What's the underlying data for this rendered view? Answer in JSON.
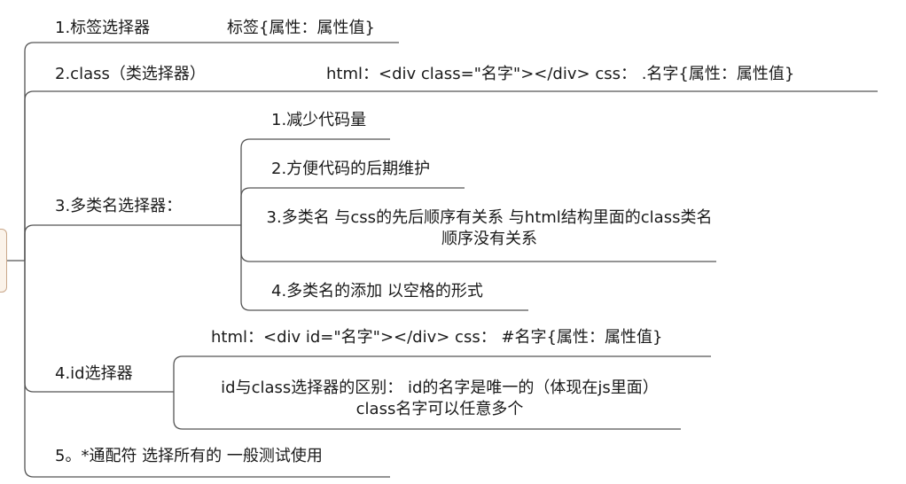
{
  "nodes": {
    "tag_selector": {
      "title": "1.标签选择器",
      "syntax": "标签{属性：属性值}"
    },
    "class_selector": {
      "title": "2.class（类选择器）",
      "syntax": "html：<div class=\"名字\"></div>   css：  .名字{属性：属性值}"
    },
    "multi_class": {
      "title": "3.多类名选择器：",
      "children": [
        "1.减少代码量",
        "2.方便代码的后期维护",
        "3.多类名 与css的先后顺序有关系    与html结构里面的class类名顺序没有关系",
        "4.多类名的添加  以空格的形式"
      ]
    },
    "id_selector": {
      "title": "4.id选择器",
      "syntax": "html：<div id=\"名字\"></div>   css：  #名字{属性：属性值}",
      "difference": "id与class选择器的区别：  id的名字是唯一的（体现在js里面） class名字可以任意多个"
    },
    "wildcard": {
      "title": "5。*通配符    选择所有的  一般测试使用"
    }
  },
  "colors": {
    "line": "#555555",
    "root_border": "#c9a78a",
    "root_fill": "#fbf3ea"
  }
}
